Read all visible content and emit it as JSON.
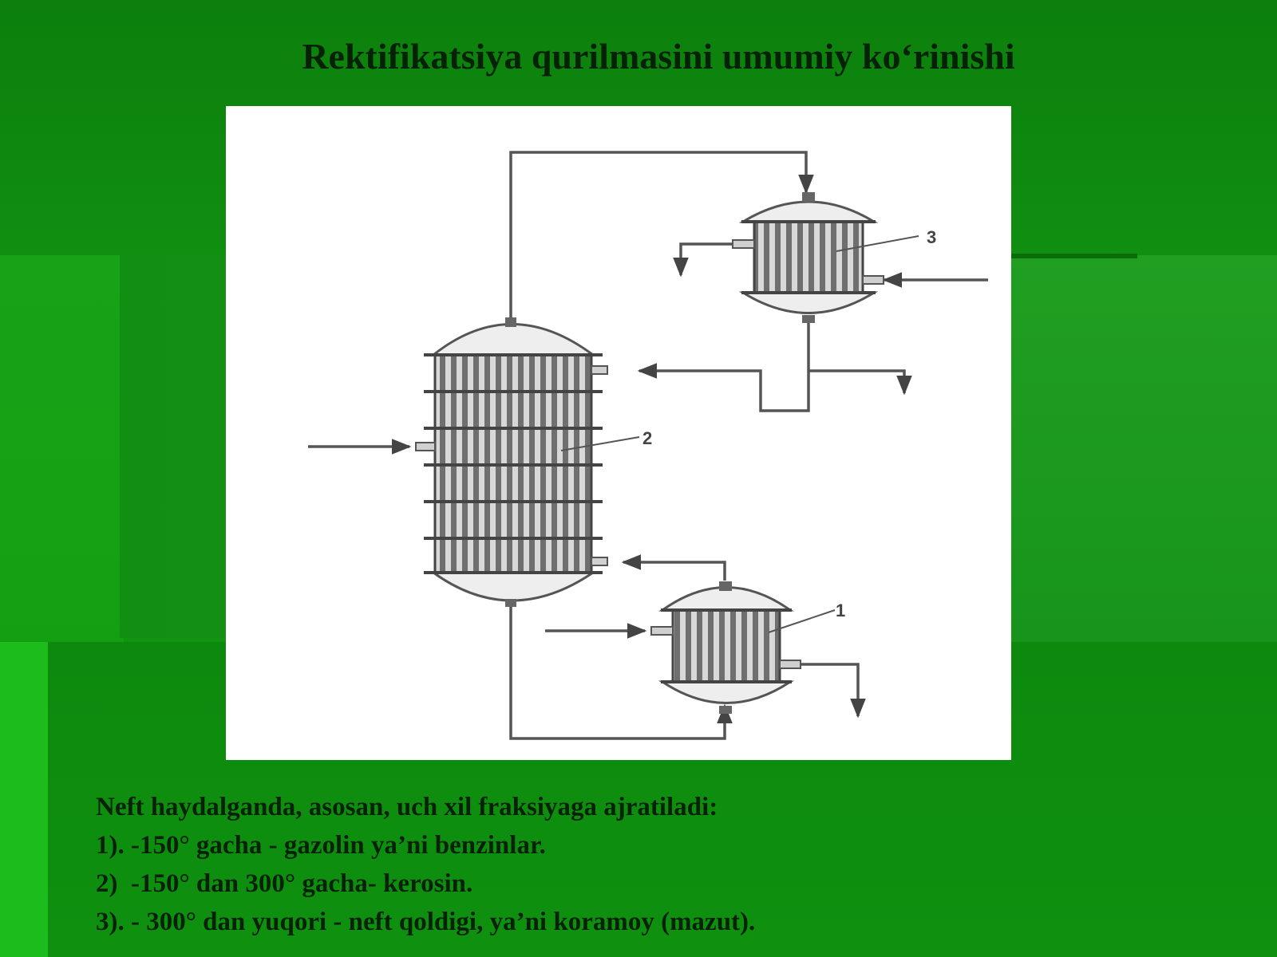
{
  "slide": {
    "title": "Rektifikatsiya qurilmasini umumiy ko‘rinishi",
    "caption_lines": [
      "Neft haydalganda, asosan, uch xil fraksiyaga ajratiladi:",
      "1). -150° gacha - gazolin ya’ni benzinlar.",
      "2)  -150° dan 300° gacha- kerosin.",
      "3). - 300° dan yuqori - neft qoldigi, ya’ni koramoy (mazut)."
    ]
  },
  "diagram": {
    "labels": {
      "condenser": "3",
      "column": "2",
      "reboiler": "1"
    }
  },
  "colors": {
    "background": "#0f8f0f",
    "text": "#062206",
    "figure_background": "#ffffff",
    "line": "#555555",
    "tube_fill": "#8a8a8a"
  }
}
